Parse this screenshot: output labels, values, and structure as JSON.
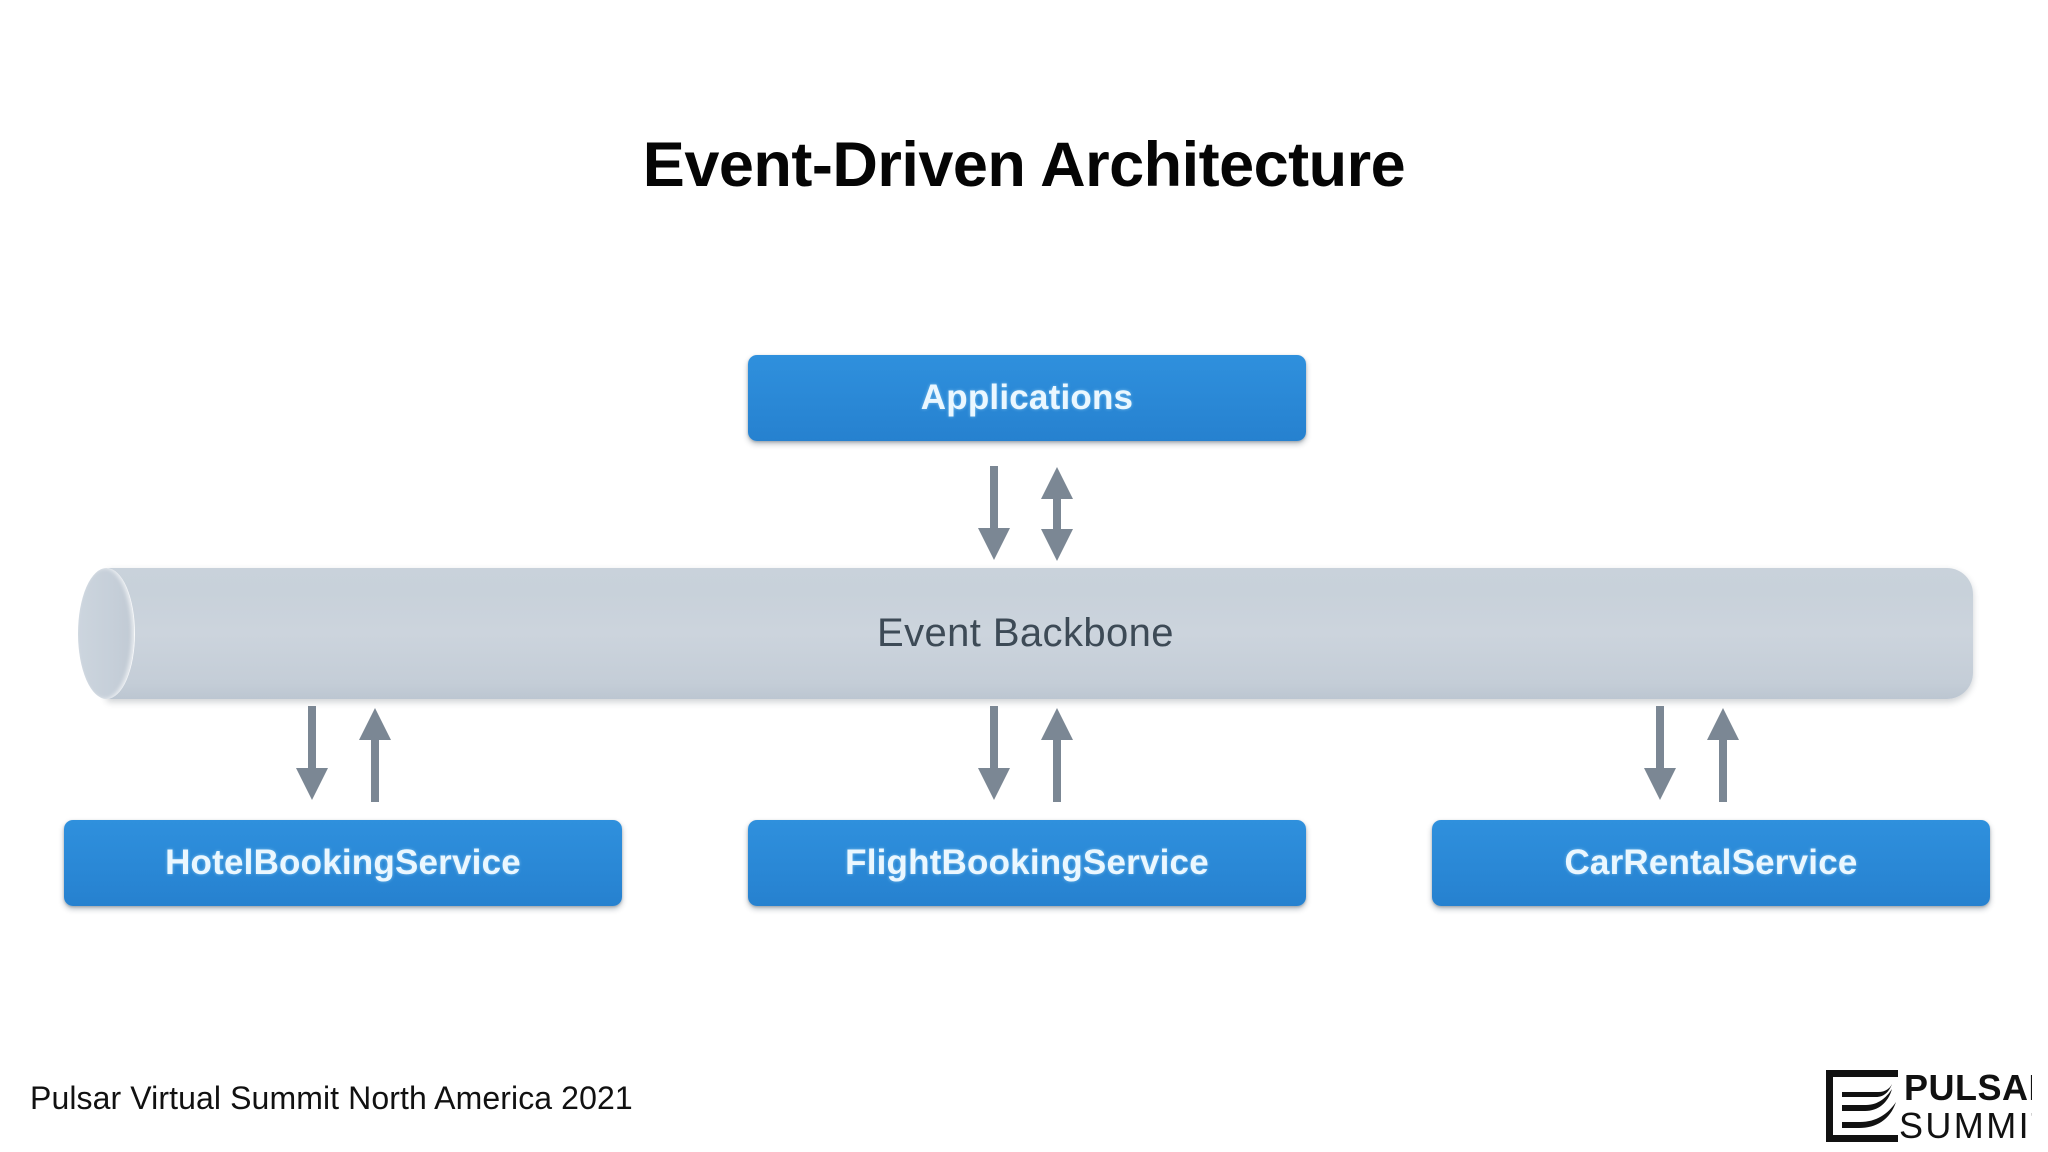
{
  "slide": {
    "title": "Event-Driven Architecture",
    "background_color": "#ffffff"
  },
  "colors": {
    "node_blue": "#2a88d6",
    "node_label": "#eaf7ff",
    "backbone_gray": "#c8d1da",
    "backbone_label": "#3d4a56",
    "arrow_gray": "#7b8794",
    "title_black": "#050505",
    "footer_black": "#111111"
  },
  "diagram": {
    "top_node": {
      "label": "Applications",
      "shape": "rounded-rect",
      "color": "#2a88d6"
    },
    "backbone": {
      "label": "Event Backbone",
      "shape": "cylinder",
      "color": "#c8d1da"
    },
    "services": [
      {
        "label": "HotelBookingService",
        "shape": "rounded-rect",
        "color": "#2a88d6"
      },
      {
        "label": "FlightBookingService",
        "shape": "rounded-rect",
        "color": "#2a88d6"
      },
      {
        "label": "CarRentalService",
        "shape": "rounded-rect",
        "color": "#2a88d6"
      }
    ],
    "connections": [
      {
        "from": "Applications",
        "to": "Event Backbone",
        "direction": "down",
        "icon": "arrow-down-icon"
      },
      {
        "from": "Event Backbone",
        "to": "Applications",
        "direction": "bidirectional",
        "icon": "arrow-up-down-icon"
      },
      {
        "from": "Event Backbone",
        "to": "HotelBookingService",
        "direction": "down",
        "icon": "arrow-down-icon"
      },
      {
        "from": "HotelBookingService",
        "to": "Event Backbone",
        "direction": "up",
        "icon": "arrow-up-icon"
      },
      {
        "from": "Event Backbone",
        "to": "FlightBookingService",
        "direction": "down",
        "icon": "arrow-down-icon"
      },
      {
        "from": "FlightBookingService",
        "to": "Event Backbone",
        "direction": "up",
        "icon": "arrow-up-icon"
      },
      {
        "from": "Event Backbone",
        "to": "CarRentalService",
        "direction": "down",
        "icon": "arrow-down-icon"
      },
      {
        "from": "CarRentalService",
        "to": "Event Backbone",
        "direction": "up",
        "icon": "arrow-up-icon"
      }
    ]
  },
  "footer": {
    "event_text": "Pulsar Virtual Summit North America 2021",
    "logo": {
      "icon": "pulsar-summit-mark-icon",
      "line1": "PULSAR",
      "line2": "SUMMIT"
    }
  }
}
